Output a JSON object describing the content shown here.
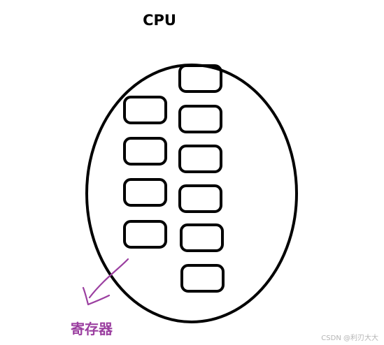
{
  "title": "CPU",
  "annotation": {
    "label": "寄存器",
    "color": "#9b3fa0"
  },
  "watermark": "CSDN @利刃大大",
  "colors": {
    "stroke": "#000000",
    "background": "#ffffff",
    "watermark": "#b5b5b5"
  },
  "registers": {
    "left_column_count": 4,
    "right_column_count": 6
  }
}
